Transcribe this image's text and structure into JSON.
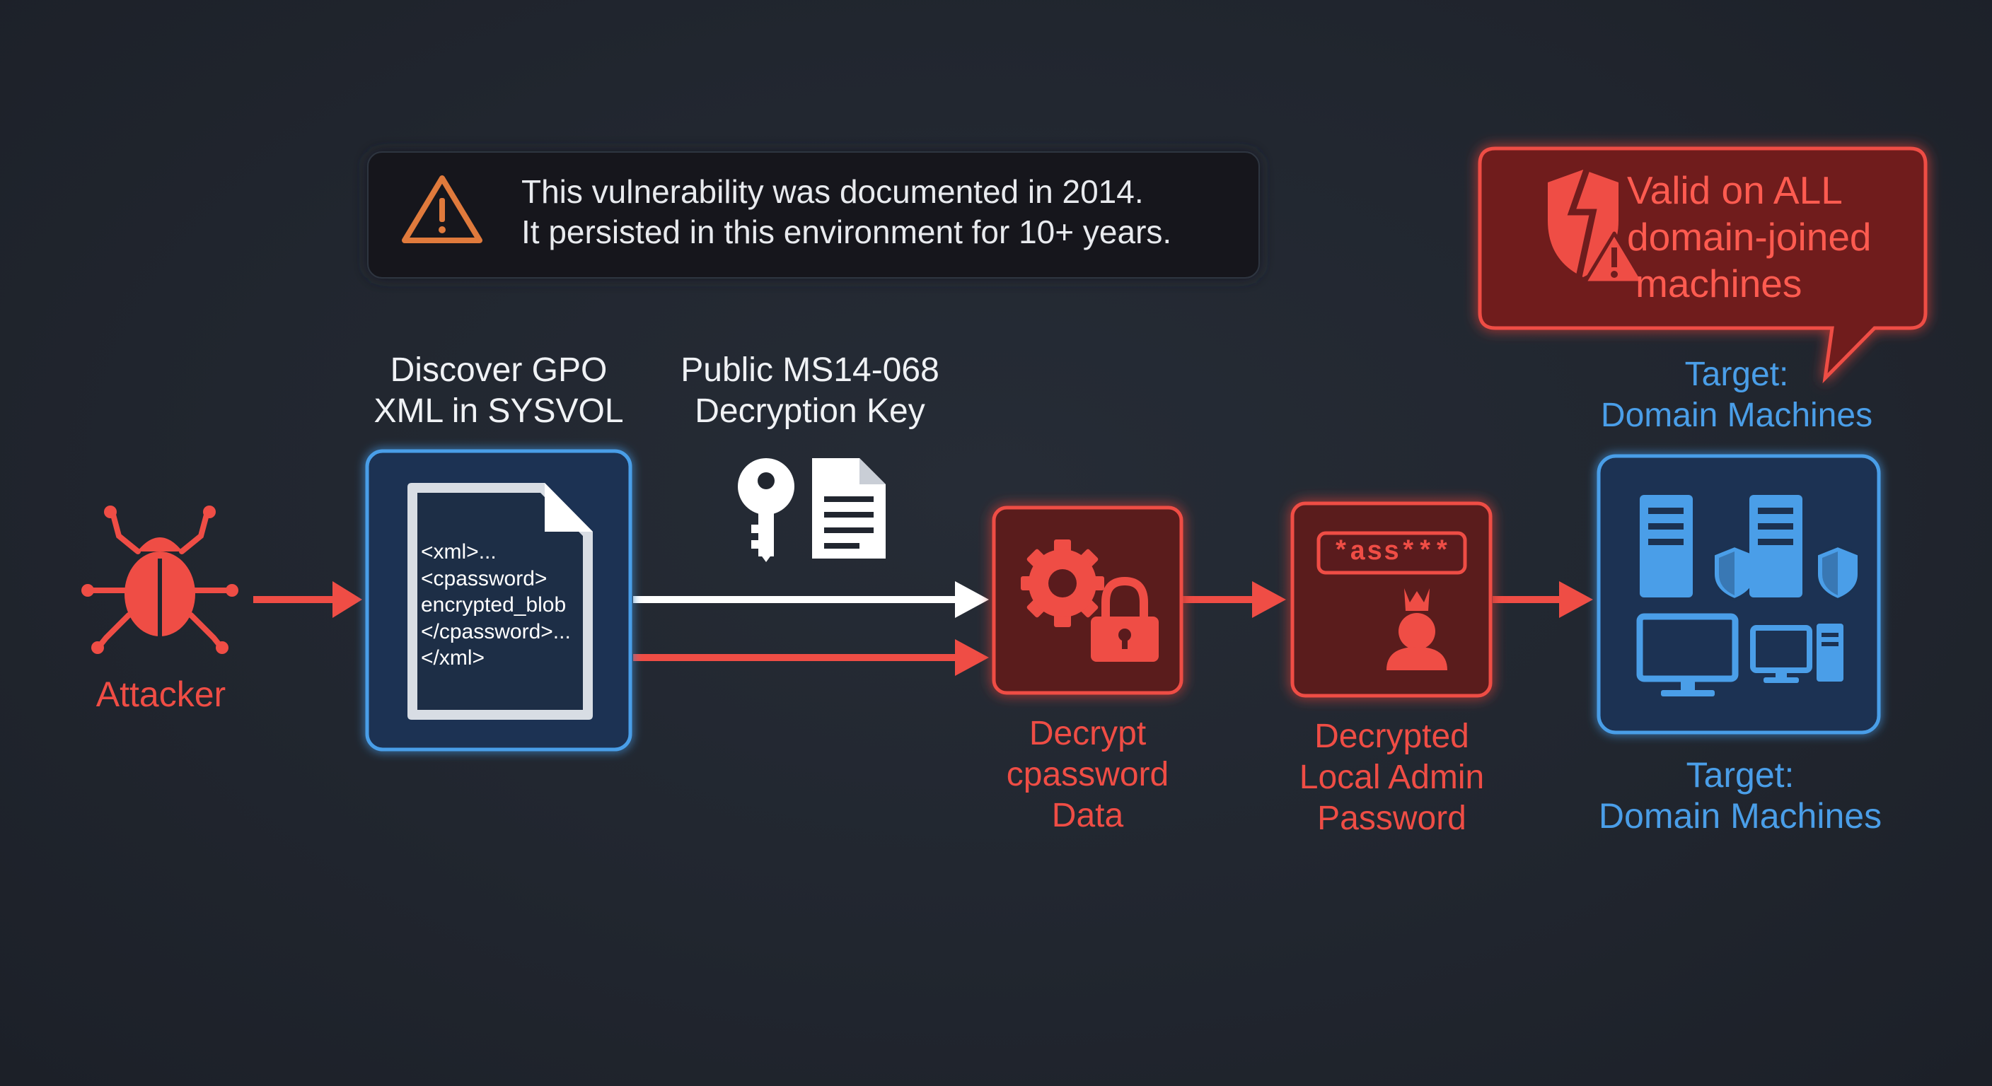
{
  "warning": {
    "line1": "This vulnerability was documented in 2014.",
    "line2": "It persisted in this environment for 10+ years.",
    "icon": "warning-triangle-icon"
  },
  "callout": {
    "line1": "Valid on ALL",
    "line2": "domain-joined",
    "line3": "machines",
    "icon": "broken-shield-warning-icon"
  },
  "attacker": {
    "label": "Attacker",
    "icon": "bug-icon"
  },
  "gpo": {
    "title_line1": "Discover GPO",
    "title_line2": "XML in SYSVOL",
    "xml_lines": [
      "<xml>...",
      "<cpassword>",
      "encrypted_blob",
      "</cpassword>...",
      "</xml>"
    ],
    "icon": "xml-document-icon"
  },
  "key": {
    "title_line1": "Public MS14-068",
    "title_line2": "Decryption Key",
    "icons": [
      "key-icon",
      "document-icon"
    ]
  },
  "decrypt": {
    "label_line1": "Decrypt",
    "label_line2": "cpassword",
    "label_line3": "Data",
    "icon": "gear-lock-icon"
  },
  "password": {
    "field_text": "*ass***",
    "label_line1": "Decrypted",
    "label_line2": "Local Admin",
    "label_line3": "Password",
    "icon": "admin-user-icon"
  },
  "target": {
    "top_line1": "Target:",
    "top_line2": "Domain Machines",
    "bottom_line1": "Target:",
    "bottom_line2": "Domain Machines",
    "icon": "servers-workstations-icon"
  },
  "colors": {
    "background": "#21262f",
    "red": "#ef4d45",
    "blue": "#4a9ee8",
    "warning_orange": "#e07a3c",
    "white": "#f0f2f5"
  }
}
